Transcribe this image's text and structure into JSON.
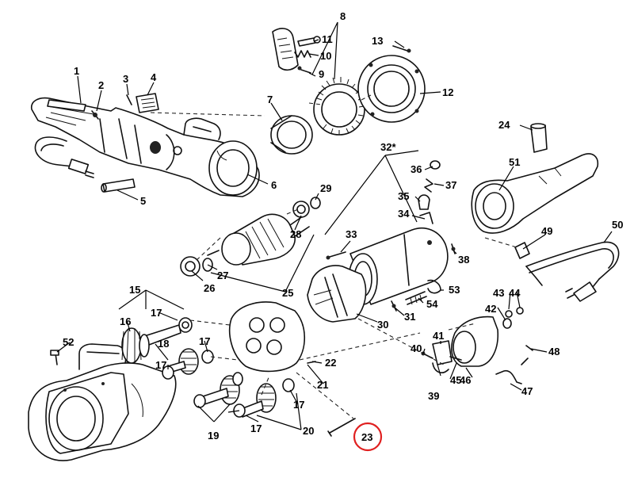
{
  "diagram": {
    "labels": {
      "p1": "1",
      "p2": "2",
      "p3": "3",
      "p4": "4",
      "p5": "5",
      "p6": "6",
      "p7": "7",
      "p8": "8",
      "p9": "9",
      "p10": "10",
      "p11": "11",
      "p12": "12",
      "p13": "13",
      "p15": "15",
      "p16": "16",
      "p17a": "17",
      "p17b": "17",
      "p17c": "17",
      "p17d": "17",
      "p17e": "17",
      "p18": "18",
      "p19": "19",
      "p20": "20",
      "p21": "21",
      "p22": "22",
      "p23": "23",
      "p24": "24",
      "p25": "25",
      "p26": "26",
      "p27": "27",
      "p28": "28",
      "p29": "29",
      "p30": "30",
      "p31": "31",
      "p32": "32*",
      "p33": "33",
      "p34": "34",
      "p35": "35",
      "p36": "36",
      "p37": "37",
      "p38": "38",
      "p39": "39",
      "p40": "40",
      "p41": "41",
      "p42": "42",
      "p43": "43",
      "p44": "44",
      "p45": "45",
      "p46": "46",
      "p47": "47",
      "p48": "48",
      "p49": "49",
      "p50": "50",
      "p51": "51",
      "p52": "52",
      "p53": "53",
      "p54": "54"
    },
    "highlight": {
      "part": "23",
      "color": "#e02020"
    }
  }
}
